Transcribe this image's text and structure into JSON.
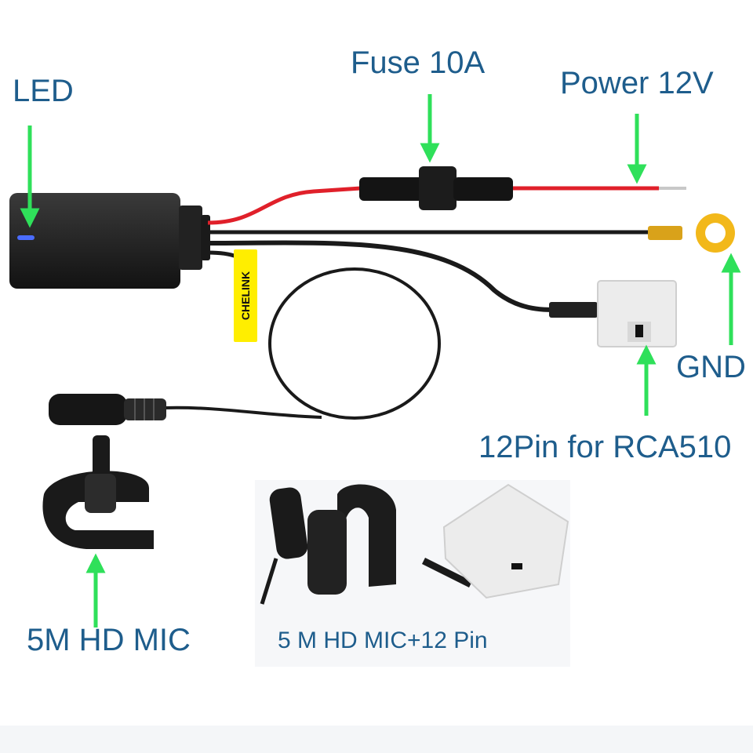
{
  "labels": {
    "led": "LED",
    "fuse": "Fuse 10A",
    "power": "Power 12V",
    "gnd": "GND",
    "pin": "12Pin for RCA510",
    "mic": "5M HD MIC",
    "kit": "5 M HD MIC+12 Pin"
  },
  "brand_tag": "CHELINK",
  "colors": {
    "label_text": "#1e5d8c",
    "arrow": "#2fe05a",
    "red_wire": "#e0202a",
    "black_cable": "#1a1a1a",
    "led_light": "#4a6cff",
    "tag": "#ffee00",
    "ring_terminal": "#f2b81a",
    "connector": "#ececec"
  }
}
